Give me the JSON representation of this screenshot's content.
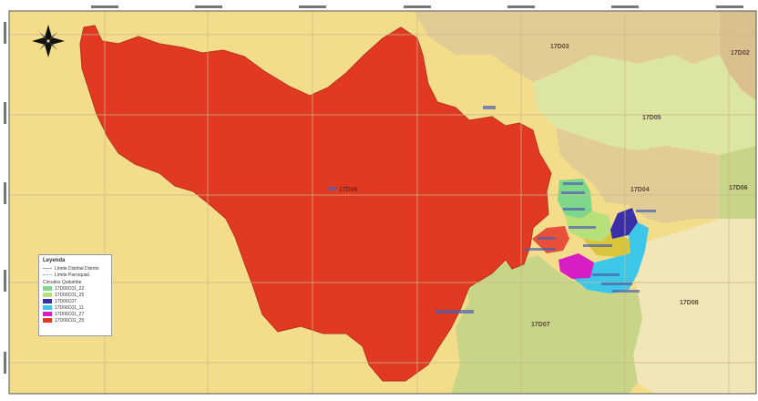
{
  "map": {
    "zones": [
      {
        "id": "17D03",
        "label": "17D03"
      },
      {
        "id": "17D02",
        "label": "17D02"
      },
      {
        "id": "17D05",
        "label": "17D05"
      },
      {
        "id": "17D04",
        "label": "17D04"
      },
      {
        "id": "17D06",
        "label": "17D06"
      },
      {
        "id": "17D07",
        "label": "17D07"
      },
      {
        "id": "17D08",
        "label": "17D08"
      },
      {
        "id": "17D09",
        "label": "17D09"
      }
    ],
    "colors": {
      "background": "#f3dc8a",
      "red_district": "#e23a22",
      "green_zone": "#c8d487",
      "tan_zone": "#e2cc96",
      "light_green": "#dde5a3",
      "cyan": "#3cc7e8",
      "purple": "#3a2fa6",
      "magenta": "#d61ec4",
      "mint": "#7fd88a",
      "grid": "#c9b98a"
    }
  },
  "legend": {
    "title": "Leyenda",
    "boundary_items": [
      "Límite Distrital Distrito",
      "Límite Parroquial"
    ],
    "section_title": "Circuitos Quitumbe",
    "circuits": [
      {
        "label": "17D06C01_22",
        "color": "#7fd88a"
      },
      {
        "label": "17D06C01_25",
        "color": "#b8e07a"
      },
      {
        "label": "17D06C07",
        "color": "#3a2fa6"
      },
      {
        "label": "17D06C01_11",
        "color": "#3cc7e8"
      },
      {
        "label": "17D06C01_27",
        "color": "#d61ec4"
      },
      {
        "label": "17D06C01_25",
        "color": "#e23a22"
      }
    ]
  }
}
